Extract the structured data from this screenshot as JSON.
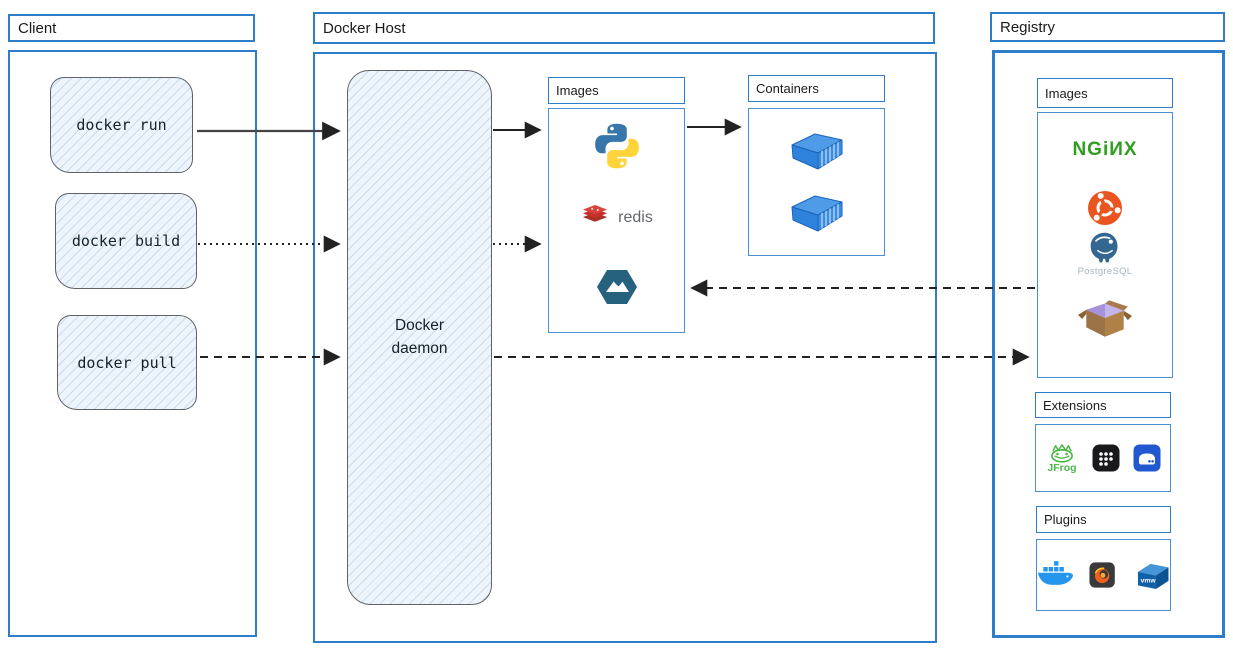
{
  "client": {
    "title": "Client",
    "run": "docker run",
    "build": "docker build",
    "pull": "docker pull"
  },
  "host": {
    "title": "Docker Host",
    "daemon": "Docker daemon",
    "images_label": "Images",
    "containers_label": "Containers",
    "redis_text": "redis"
  },
  "registry": {
    "title": "Registry",
    "images_label": "Images",
    "extensions_label": "Extensions",
    "plugins_label": "Plugins",
    "nginx_text": "NGiИX",
    "postgres_text": "PostgreSQL",
    "jfrog_text": "JFrog",
    "vmware_text": "vmw"
  },
  "icons": {
    "host_images": [
      "python-icon",
      "redis-icon",
      "mountain-hexagon-icon"
    ],
    "containers": [
      "container-3d-icon",
      "container-3d-icon"
    ],
    "registry_images": [
      "nginx-wordmark",
      "ubuntu-icon",
      "postgresql-icon",
      "open-box-icon"
    ],
    "extensions": [
      "jfrog-icon",
      "keypad-icon",
      "drive-icon"
    ],
    "plugins": [
      "docker-whale-icon",
      "grafana-icon",
      "vmware-icon"
    ]
  },
  "arrows": [
    {
      "name": "docker-run-to-daemon",
      "style": "solid"
    },
    {
      "name": "docker-build-to-daemon",
      "style": "dotted"
    },
    {
      "name": "docker-pull-to-daemon",
      "style": "dashed"
    },
    {
      "name": "daemon-to-images",
      "style": "solid"
    },
    {
      "name": "daemon-to-images-build",
      "style": "dotted"
    },
    {
      "name": "images-to-containers",
      "style": "solid"
    },
    {
      "name": "registry-to-images",
      "style": "dashed"
    },
    {
      "name": "daemon-to-registry",
      "style": "dashed"
    }
  ],
  "colors": {
    "frame_blue": "#2e7dc8",
    "hatch_fill": "#edf4fb",
    "sketch_border": "#5f6368",
    "arrow_black": "#222222",
    "python_blue": "#3776ab",
    "python_yellow": "#ffd43b",
    "redis_red": "#c6302b",
    "nginx_green": "#2f9e1f",
    "ubuntu_orange": "#e95420",
    "postgres_blue": "#336791",
    "container_blue": "#3186db",
    "docker_blue": "#2496ed",
    "grafana_orange": "#f2601c",
    "vmware_blue": "#1061a8",
    "jfrog_green": "#4cb749"
  }
}
